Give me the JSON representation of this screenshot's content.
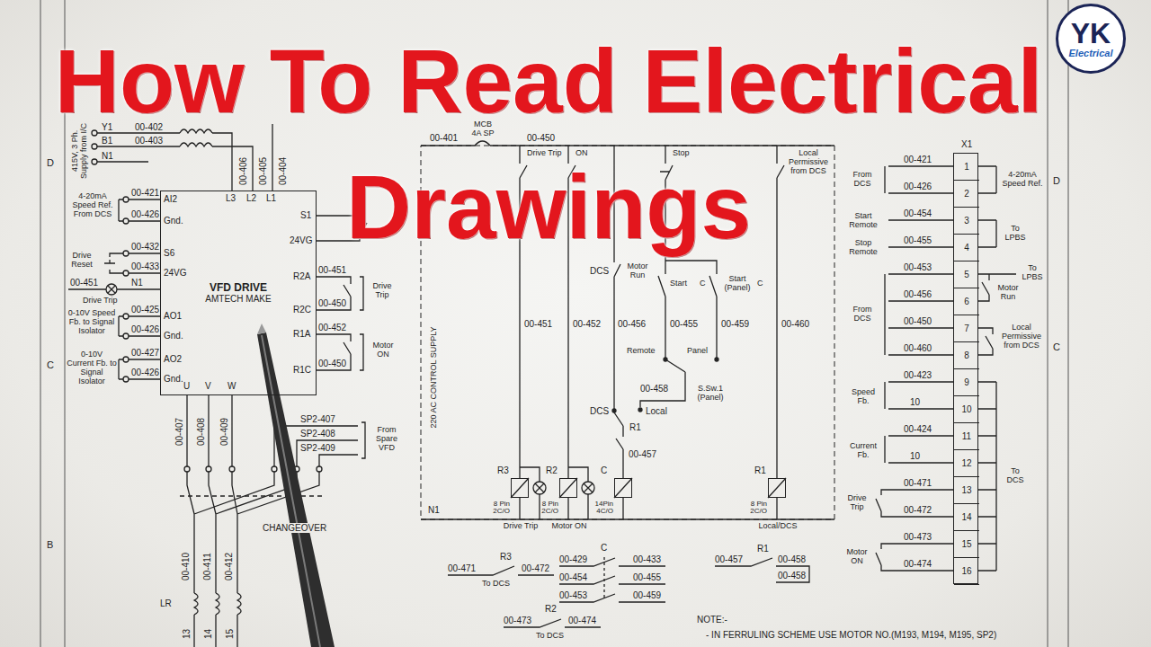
{
  "diagram": {
    "title": "How To Read Electrical Drawings",
    "nodes": [
      {
        "text": [
          "VFD DRIVE",
          "AMTECH MAKE"
        ]
      },
      {
        "text": [
          "R3",
          "8 Pin 2C/O",
          "Drive Trip"
        ]
      },
      {
        "text": [
          "R2",
          "8 Pin 2C/O",
          "Motor ON"
        ]
      },
      {
        "text": [
          "C",
          "14Pin 4C/O"
        ]
      },
      {
        "text": [
          "R1",
          "8 Pin 2C/O",
          "Local/DCS"
        ]
      },
      {
        "text": [
          "X1"
        ]
      },
      {
        "text": [
          "1"
        ],
        "in": 5
      },
      {
        "text": [
          "2"
        ],
        "in": 5
      },
      {
        "text": [
          "3"
        ],
        "in": 5
      },
      {
        "text": [
          "4"
        ],
        "in": 5
      },
      {
        "text": [
          "5"
        ],
        "in": 5
      },
      {
        "text": [
          "6"
        ],
        "in": 5
      },
      {
        "text": [
          "7"
        ],
        "in": 5
      },
      {
        "text": [
          "8"
        ],
        "in": 5
      },
      {
        "text": [
          "9"
        ],
        "in": 5
      },
      {
        "text": [
          "10"
        ],
        "in": 5
      },
      {
        "text": [
          "11"
        ],
        "in": 5
      },
      {
        "text": [
          "12"
        ],
        "in": 5
      },
      {
        "text": [
          "13"
        ],
        "in": 5
      },
      {
        "text": [
          "14"
        ],
        "in": 5
      },
      {
        "text": [
          "15"
        ],
        "in": 5
      },
      {
        "text": [
          "16"
        ],
        "in": 5
      },
      {
        "text": [
          "YK",
          "Electrical"
        ]
      }
    ],
    "labels": [
      "415V, 3 Ph. Supply from I/C",
      "Y1",
      "B1",
      "N1",
      "00-402",
      "00-403",
      "00-406",
      "00-405",
      "00-404",
      "L3",
      "L2",
      "L1",
      "4-20mA Speed Ref. From DCS",
      "00-421",
      "AI2",
      "00-426",
      "Gnd.",
      "Drive Reset",
      "00-432",
      "S6",
      "00-433",
      "24VG",
      "00-451",
      "N1",
      "Drive Trip",
      "0-10V Speed Fb. to Signal Isolator",
      "00-425",
      "AO1",
      "00-426",
      "Gnd.",
      "0-10V Current Fb. to Signal Isolator",
      "00-427",
      "AO2",
      "00-426",
      "Gnd.",
      "S1",
      "24VG",
      "R2A",
      "00-451",
      "R2C",
      "00-450",
      "Drive Trip",
      "R1A",
      "00-452",
      "R1C",
      "00-450",
      "Motor ON",
      "U",
      "V",
      "W",
      "00-407",
      "00-408",
      "00-409",
      "SP2-407",
      "SP2-408",
      "SP2-409",
      "From Spare VFD",
      "CHANGEOVER",
      "00-410",
      "00-411",
      "00-412",
      "LR",
      "13",
      "14",
      "15",
      "D",
      "C",
      "B",
      "00-401",
      "MCB 4A SP",
      "00-450",
      "220 AC CONTROL SUPPLY",
      "Drive Trip",
      "ON",
      "Stop",
      "Local Permissive from DCS",
      "DCS",
      "Motor Run",
      "Start",
      "C",
      "Start (Panel)",
      "C",
      "00-451",
      "00-452",
      "00-456",
      "00-455",
      "00-459",
      "00-460",
      "Remote",
      "Panel",
      "00-458",
      "S.Sw.1 (Panel)",
      "DCS",
      "Local",
      "R1",
      "00-457",
      "N1",
      "00-471",
      "R3",
      "00-472",
      "To DCS",
      "00-429",
      "C",
      "00-433",
      "00-454",
      "00-455",
      "00-453",
      "00-459",
      "00-457",
      "R1",
      "00-458",
      "00-458",
      "00-473",
      "R2",
      "00-474",
      "To DCS",
      "NOTE:-",
      "- IN FERRULING SCHEME USE MOTOR NO.(M193, M194, M195, SP2)",
      "From DCS",
      "00-421",
      "00-426",
      "4-20mA Speed Ref.",
      "Start Remote",
      "00-454",
      "Stop Remote",
      "00-455",
      "To LPBS",
      "00-453",
      "To LPBS",
      "00-456",
      "Motor Run",
      "From DCS",
      "00-450",
      "00-460",
      "Local Permissive from DCS",
      "Speed Fb.",
      "00-423",
      "10",
      "Current Fb.",
      "00-424",
      "10",
      "To DCS",
      "Drive Trip",
      "00-471",
      "00-472",
      "Motor ON",
      "00-473",
      "00-474",
      "D",
      "C"
    ]
  }
}
